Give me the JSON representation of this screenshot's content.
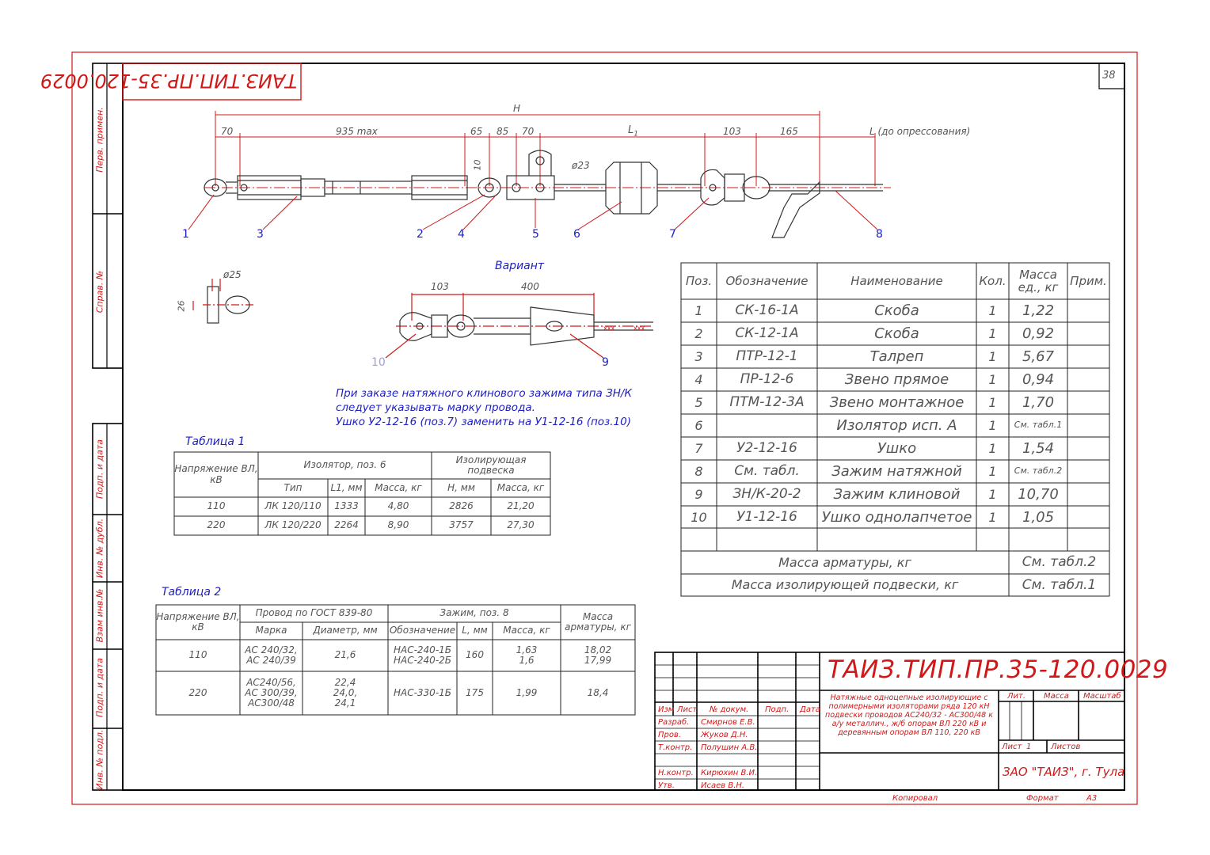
{
  "sheet_number": "38",
  "stamp_code_mirrored": "ТАИЗ.ТИП.ПР.35-120.0029",
  "side_labels": [
    "Перв. примен.",
    "Справ. №",
    "Подп. и дата",
    "Инв. № дубл.",
    "Взам инв.№",
    "Подп. и дата",
    "Инв. № подл."
  ],
  "dimensions": {
    "H": "H",
    "d70a": "70",
    "d935": "935 max",
    "d65": "65",
    "d85": "85",
    "d70b": "70",
    "L1": "L",
    "L1_sub": "1",
    "d103": "103",
    "d165": "165",
    "L_note": "L (до опрессования)",
    "d10": "10",
    "phi23": "ø23",
    "phi25": "ø25",
    "d26": "26",
    "v103": "103",
    "v400": "400"
  },
  "positions": [
    "1",
    "3",
    "2",
    "4",
    "5",
    "6",
    "7",
    "8"
  ],
  "variant": {
    "title": "Вариант",
    "pos10": "10",
    "pos9": "9",
    "marks": [
      "xxx",
      "xxx"
    ]
  },
  "note": [
    "При заказе натяжного клинового зажима типа ЗН/К",
    "следует указывать марку провода.",
    "Ушко У2-12-16 (поз.7) заменить на У1-12-16 (поз.10)"
  ],
  "table1": {
    "title": "Таблица 1",
    "h_voltage": "Напряжение ВЛ, кВ",
    "h_insulator": "Изолятор, поз. 6",
    "h_suspension": "Изолирующая подвеска",
    "h_type": "Тип",
    "h_l1": "L1, мм",
    "h_mass": "Масса, кг",
    "h_h": "Н, мм",
    "h_mass2": "Масса, кг",
    "rows": [
      [
        "110",
        "ЛК 120/110",
        "1333",
        "4,80",
        "2826",
        "21,20"
      ],
      [
        "220",
        "ЛК 120/220",
        "2264",
        "8,90",
        "3757",
        "27,30"
      ]
    ]
  },
  "table2": {
    "title": "Таблица 2",
    "h_voltage": "Напряжение ВЛ, кВ",
    "h_wire": "Провод по ГОСТ 839-80",
    "h_clamp": "Зажим, поз. 8",
    "h_armmass": "Масса арматуры, кг",
    "h_mark": "Марка",
    "h_diam": "Диаметр, мм",
    "h_desig": "Обозначение",
    "h_L": "L, мм",
    "h_mass": "Масса, кг",
    "rows": [
      {
        "v": "110",
        "mark": [
          "АС 240/32,",
          "АС 240/39"
        ],
        "diam": [
          "21,6"
        ],
        "desig": [
          "НАС-240-1Б",
          "НАС-240-2Б"
        ],
        "L": "160",
        "mass": [
          "1,63",
          "1,6"
        ],
        "arm": [
          "18,02",
          "17,99"
        ]
      },
      {
        "v": "220",
        "mark": [
          "АС240/56,",
          "АС 300/39,",
          "АС300/48"
        ],
        "diam": [
          "22,4",
          "24,0,",
          "24,1"
        ],
        "desig": [
          "НАС-330-1Б"
        ],
        "L": "175",
        "mass": [
          "1,99"
        ],
        "arm": [
          "18,4"
        ]
      }
    ]
  },
  "spec": {
    "h_pos": "Поз.",
    "h_desig": "Обозначение",
    "h_name": "Наименование",
    "h_qty": "Кол.",
    "h_mass": "Масса ед., кг",
    "h_note": "Прим.",
    "rows": [
      [
        "1",
        "СК-16-1А",
        "Скоба",
        "1",
        "1,22"
      ],
      [
        "2",
        "СК-12-1А",
        "Скоба",
        "1",
        "0,92"
      ],
      [
        "3",
        "ПТР-12-1",
        "Талреп",
        "1",
        "5,67"
      ],
      [
        "4",
        "ПР-12-6",
        "Звено прямое",
        "1",
        "0,94"
      ],
      [
        "5",
        "ПТМ-12-3А",
        "Звено монтажное",
        "1",
        "1,70"
      ],
      [
        "6",
        "",
        "Изолятор исп. А",
        "1",
        "См. табл.1"
      ],
      [
        "7",
        "У2-12-16",
        "Ушко",
        "1",
        "1,54"
      ],
      [
        "8",
        "См. табл.",
        "Зажим натяжной",
        "1",
        "См. табл.2"
      ],
      [
        "9",
        "ЗН/К-20-2",
        "Зажим клиновой",
        "1",
        "10,70"
      ],
      [
        "10",
        "У1-12-16",
        "Ушко однолапчетое",
        "1",
        "1,05"
      ]
    ],
    "arm_label": "Масса арматуры, кг",
    "arm_value": "См. табл.2",
    "susp_label": "Масса изолирующей подвески, кг",
    "susp_value": "См. табл.1"
  },
  "titleblock": {
    "code": "ТАИЗ.ТИП.ПР.35-120.0029",
    "description": [
      "Натяжные одноцепные изолирующие с",
      "полимерными изоляторами ряда 120 кН",
      "подвески проводов АС240/32 - АС300/48 к",
      "а/у металлич., ж/б опорам ВЛ 220 кВ и",
      "деревянным опорам ВЛ 110, 220 кВ"
    ],
    "h_izm": "Изм",
    "h_list": "Лист",
    "h_ndoc": "№ докум.",
    "h_podp": "Подп.",
    "h_data": "Дата",
    "roles": [
      "Разраб.",
      "Пров.",
      "Т.контр.",
      "",
      "Н.контр.",
      "Утв."
    ],
    "names": [
      "Смирнов Е.В.",
      "Жуков Д.Н.",
      "Полушин А.В.",
      "",
      "Кирюхин В.И.",
      "Исаев В.Н."
    ],
    "h_lit": "Лит.",
    "h_massa": "Масса",
    "h_masshtab": "Масштаб",
    "sheet_label": "Лист",
    "sheet_value": "1",
    "sheets_label": "Листов",
    "company": "ЗАО \"ТАИЗ\", г. Тула",
    "copied": "Копировал",
    "format_label": "Формат",
    "format_value": "А3"
  },
  "colors": {
    "frame": "#d01818",
    "ink": "#555555",
    "callout": "#2020c0"
  }
}
